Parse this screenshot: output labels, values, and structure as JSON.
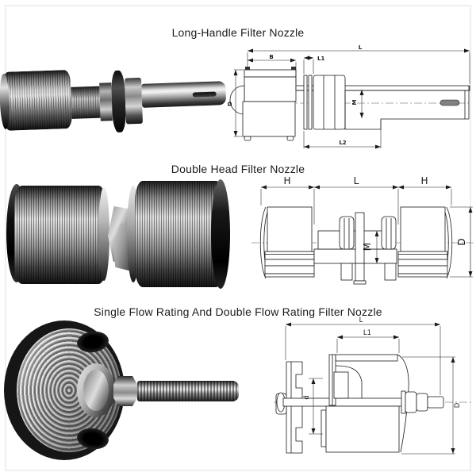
{
  "colors": {
    "background": "#ffffff",
    "frame": "#efefef",
    "line": "#1a1a1a",
    "text": "#1c1c1c"
  },
  "sections": [
    {
      "title": "Long-Handle Filter Nozzle",
      "drawing_labels": {
        "L": "L",
        "B": "B",
        "L1": "L1",
        "D": "D",
        "M": "M",
        "L2": "L2"
      }
    },
    {
      "title": "Double Head Filter Nozzle",
      "drawing_labels": {
        "H_left": "H",
        "L": "L",
        "H_right": "H",
        "M": "M",
        "D": "D"
      }
    },
    {
      "title": "Single Flow Rating And Double Flow Rating Filter Nozzle",
      "drawing_labels": {
        "L": "L",
        "L1": "L1",
        "d": "d",
        "D": "D"
      }
    }
  ]
}
